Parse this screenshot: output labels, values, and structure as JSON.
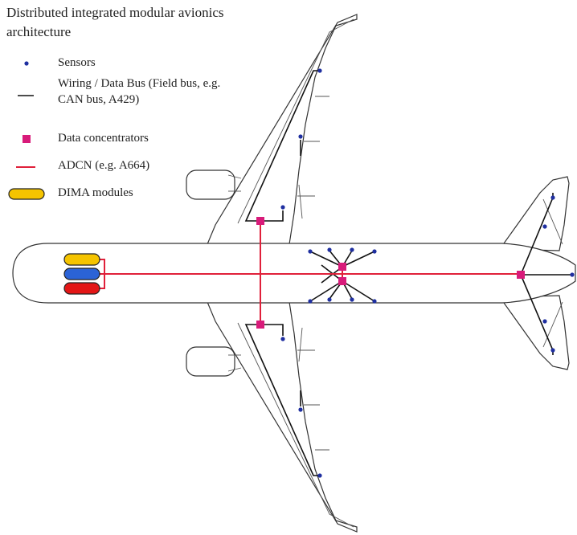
{
  "title": "Distributed integrated modular avionics architecture",
  "colors": {
    "sensor": "#1f2fa0",
    "bus": "#111111",
    "concentrator": "#d81b7a",
    "adcn": "#e0203a",
    "module_yellow": "#f5c400",
    "module_blue": "#2b63d6",
    "module_red": "#e31616"
  },
  "legend": [
    {
      "key": "sensor",
      "label": "Sensors"
    },
    {
      "key": "bus",
      "label": "Wiring / Data Bus (Field bus, e.g. CAN bus, A429)"
    },
    {
      "key": "concentrator",
      "label": "Data concentrators"
    },
    {
      "key": "adcn",
      "label": "ADCN (e.g. A664)"
    },
    {
      "key": "module",
      "label": "DIMA modules"
    }
  ]
}
